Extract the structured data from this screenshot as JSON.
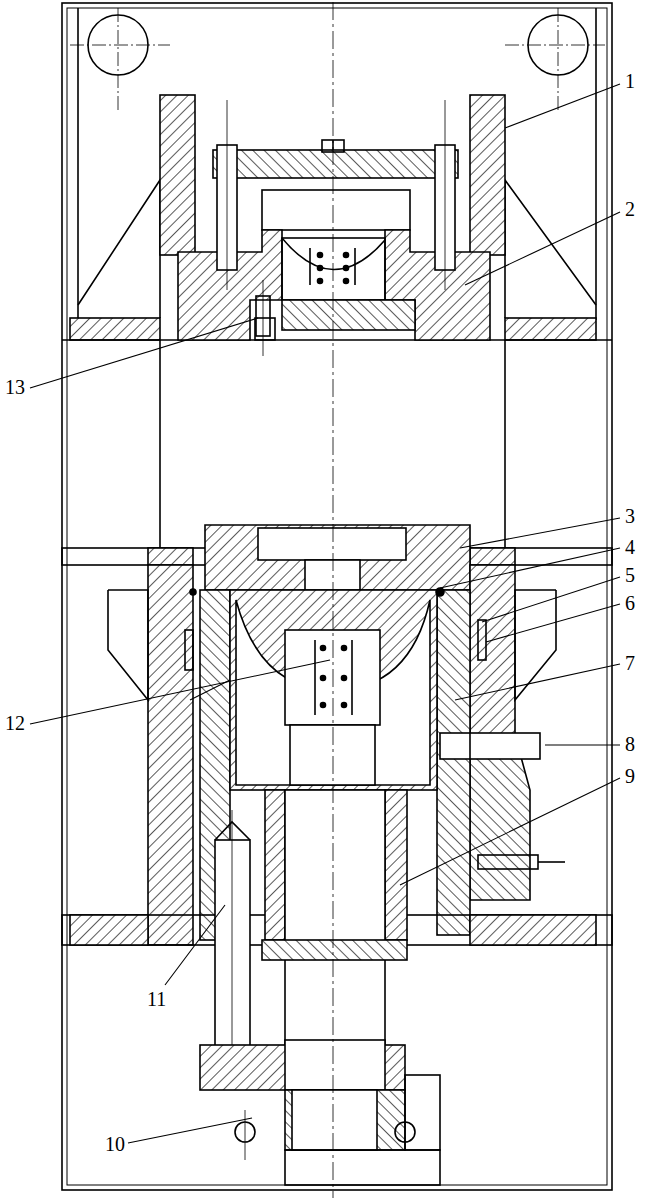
{
  "diagram": {
    "labels": [
      "1",
      "2",
      "13",
      "3",
      "4",
      "5",
      "6",
      "12",
      "7",
      "8",
      "9",
      "11",
      "10"
    ]
  }
}
